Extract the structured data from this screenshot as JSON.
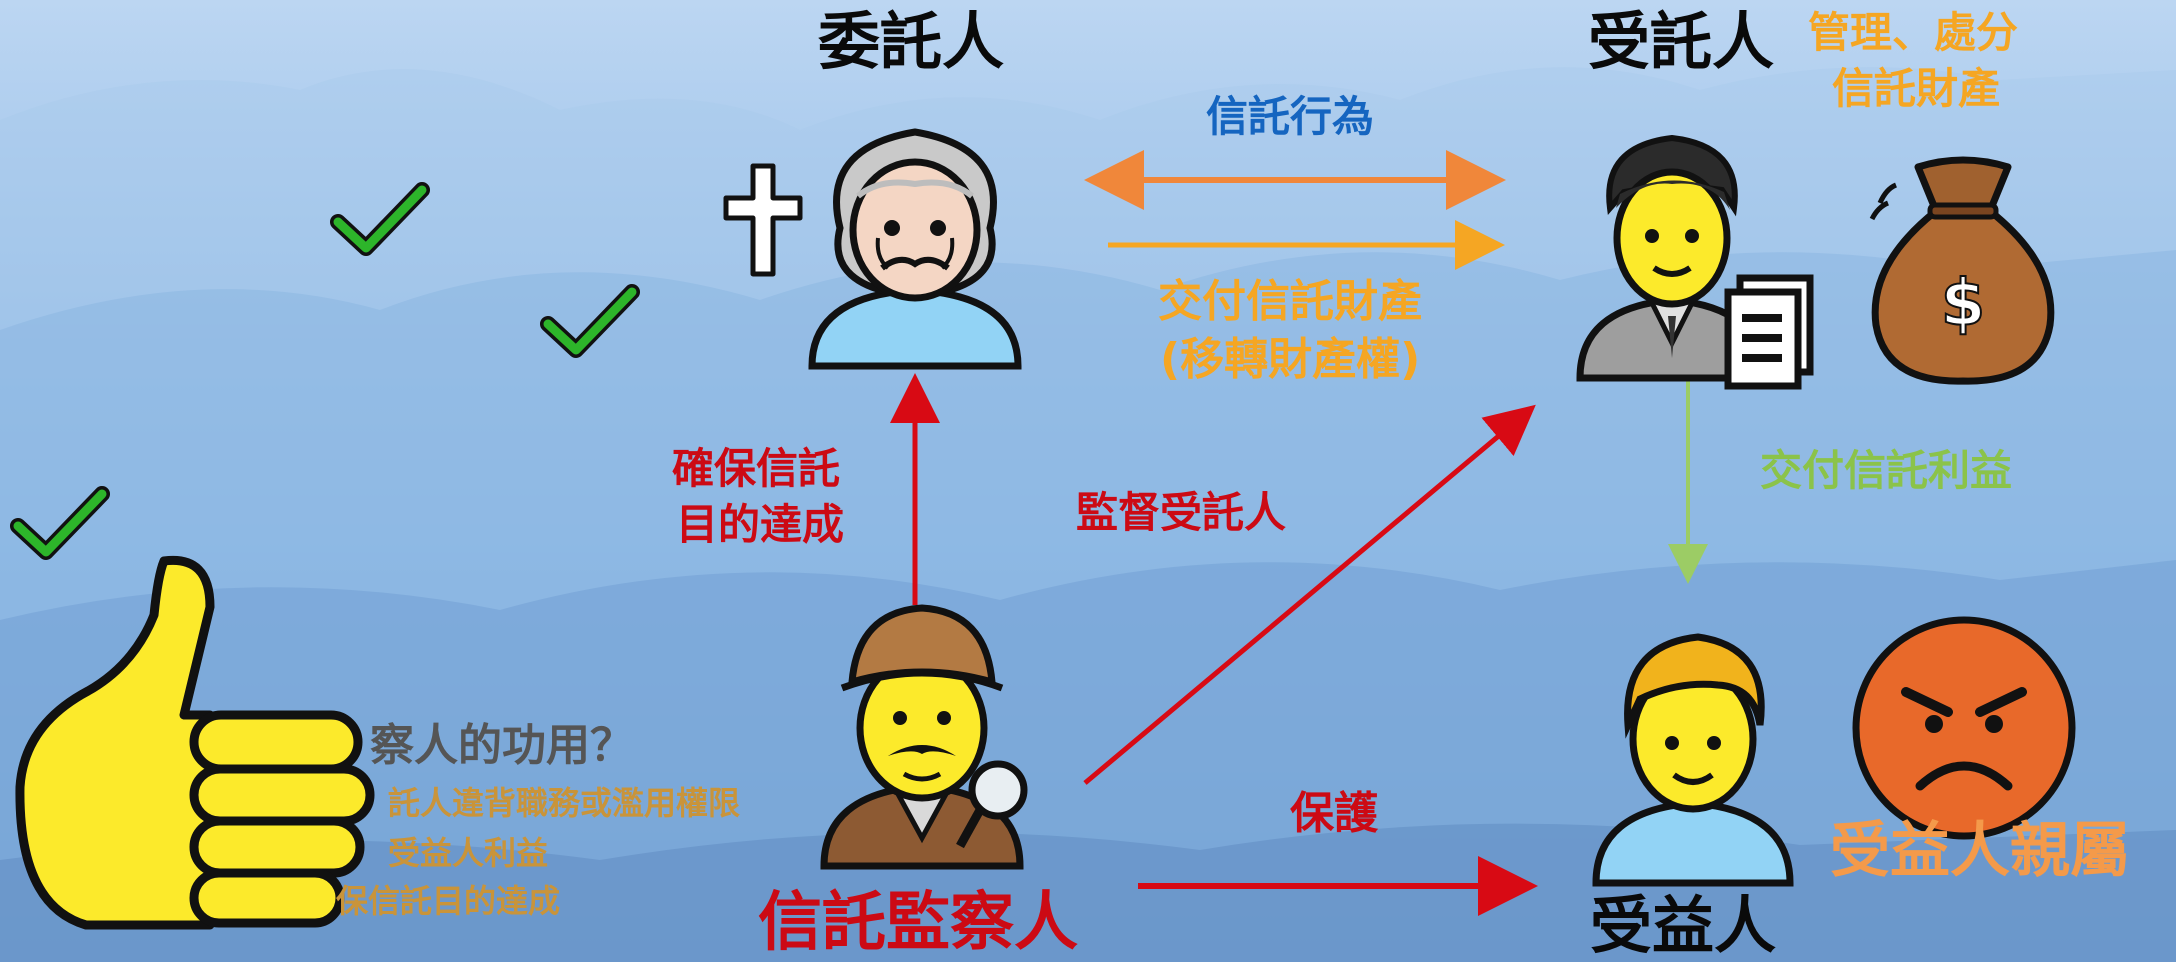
{
  "roles": {
    "settlor": "委託人",
    "trustee": "受託人",
    "supervisor": "信託監察人",
    "beneficiary": "受益人"
  },
  "notes": {
    "trustee_duty_line1": "管理、處分",
    "trustee_duty_line2": "信託財產",
    "beneficiary_relatives": "受益人親屬"
  },
  "arrows": {
    "trust_act": "信託行為",
    "deliver_line1": "交付信託財產",
    "deliver_line2": "(移轉財產權)",
    "ensure_line1": "確保信託",
    "ensure_line2": "目的達成",
    "supervise": "監督受託人",
    "deliver_benefit": "交付信託利益",
    "protect": "保護"
  },
  "overlay": {
    "title": "察人的功用？",
    "item1": "託人違背職務或濫用權限",
    "item2": "受益人利益",
    "item3": "保信託目的達成"
  },
  "colors": {
    "red": "#cc0a14",
    "orange": "#f5a623",
    "blue": "#1565c0",
    "green": "#8bc34a",
    "black": "#0a0a0a"
  }
}
